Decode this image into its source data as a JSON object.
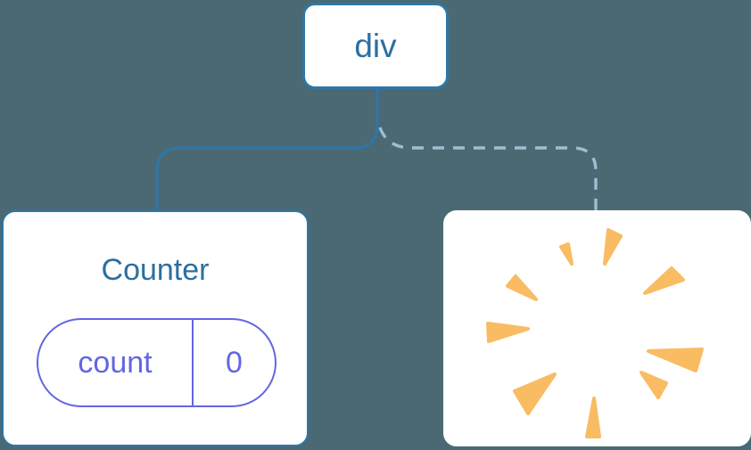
{
  "theme": {
    "background": "#4B6973",
    "card_bg": "#FFFFFF",
    "line_solid": "#2E76A8",
    "line_dashed": "#9DBFD4",
    "label": "#2B6F9F",
    "state_accent": "#6366E1",
    "poof": "#F9BC62"
  },
  "diagram": {
    "root": {
      "label": "div"
    },
    "counter": {
      "title": "Counter",
      "state_key": "count",
      "state_value": "0"
    },
    "removed": {
      "icon": "poof-icon"
    },
    "links": [
      {
        "from": "div",
        "to": "Counter",
        "style": "solid"
      },
      {
        "from": "div",
        "to": "removed",
        "style": "dashed"
      }
    ]
  }
}
